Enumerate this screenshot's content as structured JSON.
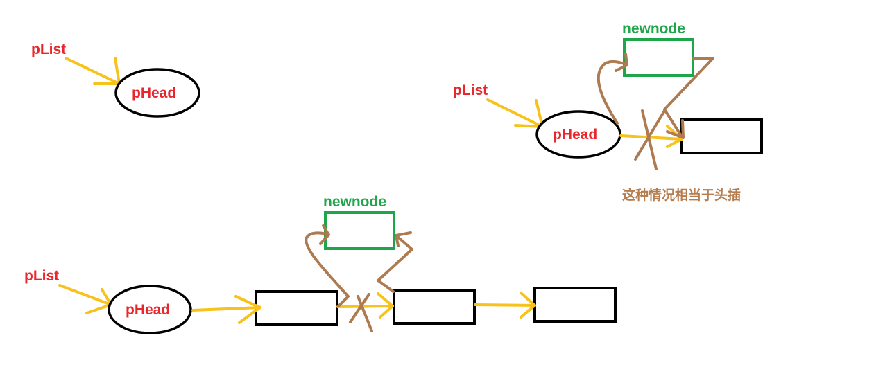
{
  "colors": {
    "pointer_label": "#e8262b",
    "new_node": "#1fa64a",
    "yellow_arrow": "#f7c21b",
    "brown_arrow": "#ae7a50",
    "note": "#b57c4e"
  },
  "diagram1": {
    "plist_label": "pList",
    "head_label": "pHead"
  },
  "diagram2": {
    "plist_label": "pList",
    "head_label": "pHead",
    "newnode_label": "newnode",
    "note": "这种情况相当于头插"
  },
  "diagram3": {
    "plist_label": "pList",
    "head_label": "pHead",
    "newnode_label": "newnode"
  }
}
